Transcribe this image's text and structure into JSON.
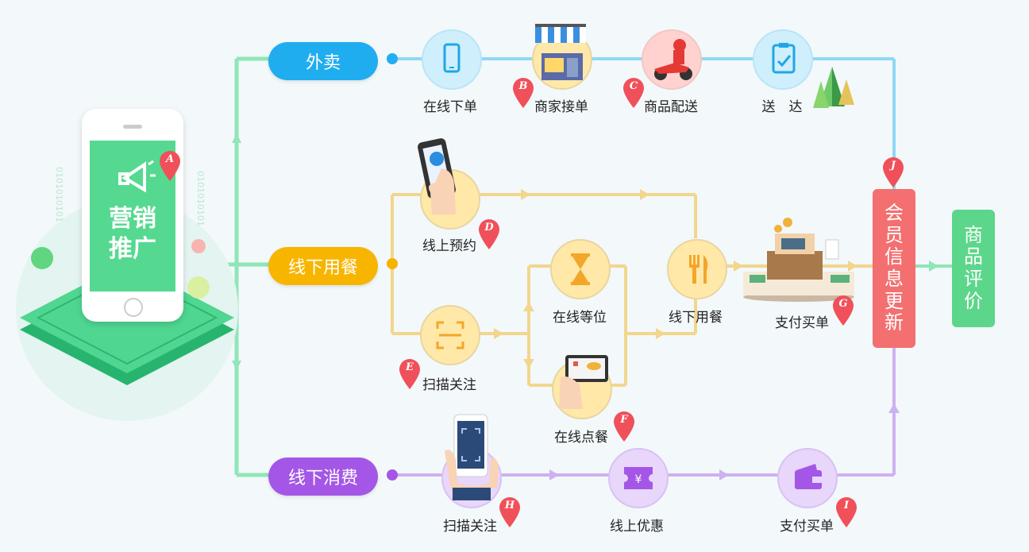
{
  "colors": {
    "green": "#6fdf9f",
    "blue": "#23aef0",
    "orange": "#f6b400",
    "purple": "#a457e6",
    "red": "#f26b6b",
    "lightblue": "#8fd8f5",
    "gold": "#f2d68c",
    "lavender": "#cdb1f0"
  },
  "phone": {
    "title_line1": "营销",
    "title_line2": "推广",
    "binary": "0101010101"
  },
  "branches": {
    "takeout": "外卖",
    "dine": "线下用餐",
    "consume": "线下消费"
  },
  "nodes": {
    "online_order": "在线下单",
    "merchant_accept": "商家接单",
    "delivery": "商品配送",
    "delivered": "送　达",
    "online_reserve": "线上预约",
    "scan_follow_1": "扫描关注",
    "online_queue": "在线等位",
    "online_dish": "在线点餐",
    "dine_offline": "线下用餐",
    "pay_1": "支付买单",
    "scan_follow_2": "扫描关注",
    "online_coupon": "线上优惠",
    "pay_2": "支付买单"
  },
  "right": {
    "member": [
      "会",
      "员",
      "信",
      "息",
      "更",
      "新"
    ],
    "review": [
      "商",
      "品",
      "评",
      "价"
    ]
  },
  "markers": {
    "a": "A",
    "b": "B",
    "c": "C",
    "d": "D",
    "e": "E",
    "f": "F",
    "g": "G",
    "h": "H",
    "i": "I",
    "j": "J"
  }
}
